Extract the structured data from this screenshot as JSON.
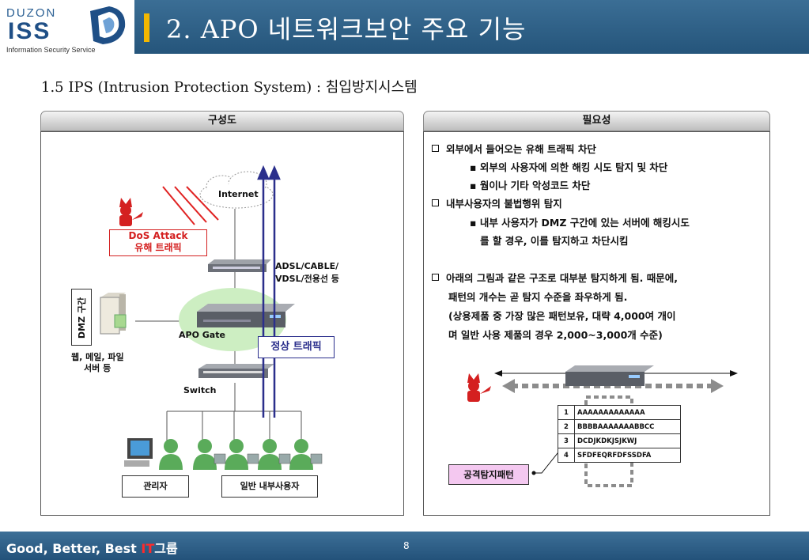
{
  "header": {
    "logo_top": "DUZON",
    "logo_main": "ISS",
    "logo_sub": "Information Security Service",
    "title": "2. APO 네트워크보안 주요 기능"
  },
  "section_heading": "1.5 IPS (Intrusion Protection System) : 침입방지시스템",
  "left_panel": {
    "title": "구성도",
    "labels": {
      "internet": "Internet",
      "dos_line1": "DoS Attack",
      "dos_line2": "유해 트래픽",
      "adsl_line1": "ADSL/CABLE/",
      "adsl_line2": "VDSL/전용선 등",
      "dmz": "DMZ 구간",
      "apo_gate": "APO Gate",
      "normal_traffic": "정상 트래픽",
      "server_line1": "웹, 메일, 파일",
      "server_line2": "서버 등",
      "switch": "Switch",
      "admin": "관리자",
      "users": "일반 내부사용자"
    }
  },
  "right_panel": {
    "title": "필요성",
    "bullets": [
      {
        "text": "외부에서 들어오는 유해 트래픽 차단",
        "subs": [
          "외부의 사용자에 의한 해킹 시도 탐지 및 차단",
          "웜이나 기타 악성코드 차단"
        ]
      },
      {
        "text": "내부사용자의 불법행위 탐지",
        "subs": [
          "내부 사용자가 DMZ 구간에 있는 서버에 해킹시도",
          "를 할 경우, 이를 탐지하고 차단시킴"
        ]
      }
    ],
    "paragraph": [
      "아래의 그림과 같은 구조로 대부분 탐지하게 됨. 때문에,",
      "패턴의 개수는 곧 탐지 수준을 좌우하게 됨.",
      " (상용제품 중 가장 많은 패턴보유, 대략 4,000여 개이",
      "며 일반 사용 제품의 경우 2,000~3,000개 수준)"
    ],
    "pattern_rows": [
      {
        "no": "1",
        "pattern": "AAAAAAAAAAAAA"
      },
      {
        "no": "2",
        "pattern": "BBBBAAAAAAABBCC"
      },
      {
        "no": "3",
        "pattern": "DCDJKDKJSJKWJ"
      },
      {
        "no": "4",
        "pattern": "SFDFEQRFDFSSDFA"
      }
    ],
    "pattern_label": "공격탐지패턴"
  },
  "footer": {
    "slogan_main": "Good, Better, Best ",
    "slogan_it": "IT",
    "slogan_end": "그룹",
    "page_number": "8"
  },
  "colors": {
    "header_blue": "#2e6189",
    "accent_yellow": "#f3b700",
    "attack_red": "#d42020",
    "traffic_navy": "#2b2f8c",
    "gate_green": "#cdeec2"
  }
}
